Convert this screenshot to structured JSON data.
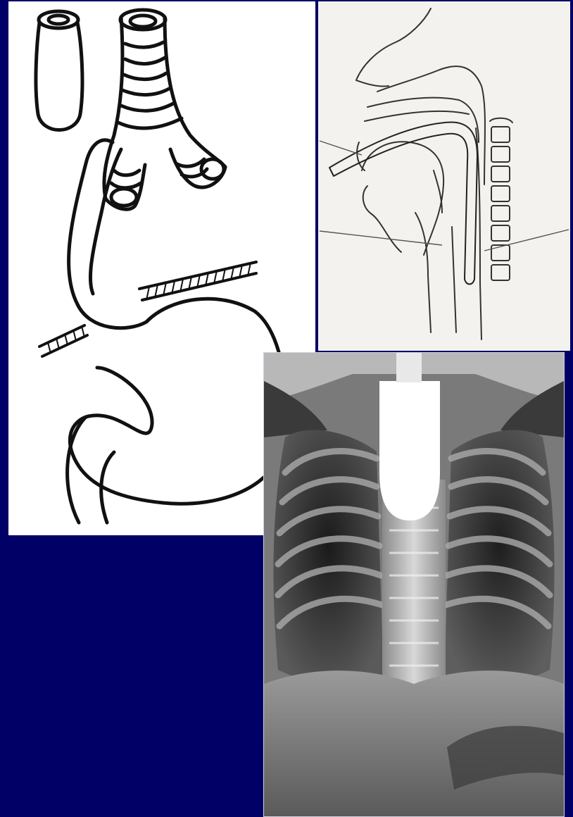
{
  "slide": {
    "background_color": "#000066"
  },
  "panels": [
    {
      "kind": "line-drawing",
      "subject": "esophageal-atresia-with-tracheoesophageal-fistula"
    },
    {
      "kind": "line-drawing",
      "subject": "sagittal-head-neck-with-catheter"
    },
    {
      "kind": "radiograph",
      "subject": "infant-chest-xray"
    }
  ]
}
